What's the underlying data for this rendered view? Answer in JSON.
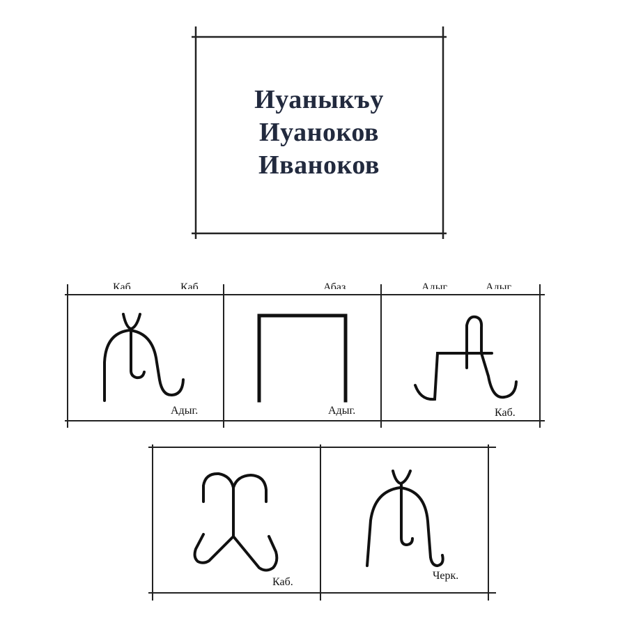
{
  "name_box": {
    "lines": [
      "Иуаныкъу",
      "Иуаноков",
      "Иваноков"
    ]
  },
  "cut_labels": [
    "Каб.",
    "Каб.",
    "Абаз.",
    "Адыг.",
    "Адыг."
  ],
  "row1": [
    {
      "label": "Адыг.",
      "icon": "tamga-fork-hook-icon"
    },
    {
      "label": "Адыг.",
      "icon": "tamga-gate-icon"
    },
    {
      "label": "Каб.",
      "icon": "tamga-cross-hook-icon"
    }
  ],
  "row2": [
    {
      "label": "Каб.",
      "icon": "tamga-double-arch-icon"
    },
    {
      "label": "Черк.",
      "icon": "tamga-fork-hook-icon"
    }
  ]
}
